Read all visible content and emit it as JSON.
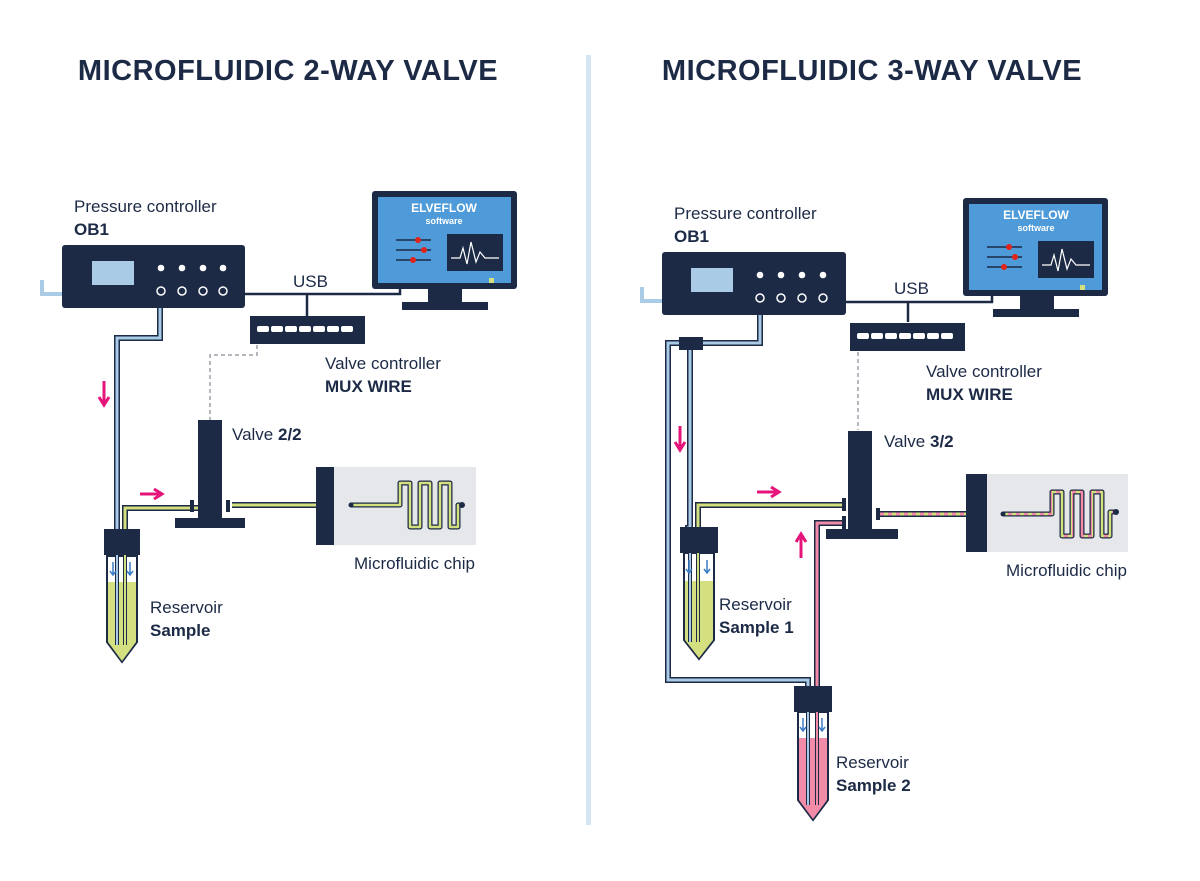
{
  "colors": {
    "navy": "#1c2a46",
    "screen_blue": "#4f9bd9",
    "tube_blue": "#a9cbe6",
    "sample_green": "#d4e07f",
    "sample_pink": "#f28ba8",
    "arrow_magenta": "#e5147a",
    "divider": "#d6e6f3"
  },
  "panel_left": {
    "title": "MICROFLUIDIC 2-WAY VALVE",
    "pressure_controller": {
      "label": "Pressure controller",
      "model": "OB1"
    },
    "usb_label": "USB",
    "software": {
      "brand": "ELVEFLOW",
      "sub": "software"
    },
    "valve_controller": {
      "label": "Valve controller",
      "model": "MUX WIRE"
    },
    "valve": {
      "label": "Valve ",
      "type": "2/2"
    },
    "chip_label": "Microfluidic chip",
    "reservoir": {
      "label": "Reservoir",
      "name": "Sample"
    }
  },
  "panel_right": {
    "title": "MICROFLUIDIC 3-WAY VALVE",
    "pressure_controller": {
      "label": "Pressure controller",
      "model": "OB1"
    },
    "usb_label": "USB",
    "software": {
      "brand": "ELVEFLOW",
      "sub": "software"
    },
    "valve_controller": {
      "label": "Valve controller",
      "model": "MUX WIRE"
    },
    "valve": {
      "label": "Valve ",
      "type": "3/2"
    },
    "chip_label": "Microfluidic chip",
    "reservoir_1": {
      "label": "Reservoir",
      "name": "Sample 1"
    },
    "reservoir_2": {
      "label": "Reservoir",
      "name": "Sample 2"
    }
  }
}
